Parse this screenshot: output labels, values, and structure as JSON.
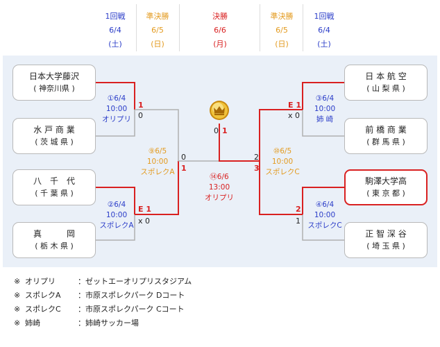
{
  "rounds": [
    {
      "name": "1回戦",
      "date": "6/4",
      "day": "(土)"
    },
    {
      "name": "準決勝",
      "date": "6/5",
      "day": "(日)"
    },
    {
      "name": "決勝",
      "date": "6/6",
      "day": "(月)"
    },
    {
      "name": "準決勝",
      "date": "6/5",
      "day": "(日)"
    },
    {
      "name": "1回戦",
      "date": "6/4",
      "day": "(土)"
    }
  ],
  "teams": [
    {
      "name": "日本大学藤沢",
      "pref": "( 神奈川県 )"
    },
    {
      "name": "水 戸 商 業",
      "pref": "( 茨 城 県 )"
    },
    {
      "name": "八　千　代",
      "pref": "( 千 葉 県 )"
    },
    {
      "name": "真　　　岡",
      "pref": "( 栃 木 県 )"
    },
    {
      "name": "日 本 航 空",
      "pref": "( 山 梨 県 )"
    },
    {
      "name": "前 橋 商 業",
      "pref": "( 群 馬 県 )"
    },
    {
      "name": "駒澤大学高",
      "pref": "( 東 京 都 )"
    },
    {
      "name": "正 智 深 谷",
      "pref": "( 埼 玉 県 )"
    }
  ],
  "matches": [
    {
      "no": "①6/4",
      "time": "10:00",
      "venue": "オリプリ"
    },
    {
      "no": "②6/4",
      "time": "10:00",
      "venue": "スポレクA"
    },
    {
      "no": "③6/4",
      "time": "10:00",
      "venue": "姉 崎"
    },
    {
      "no": "④6/4",
      "time": "10:00",
      "venue": "スポレクC"
    },
    {
      "no": "⑨6/5",
      "time": "10:00",
      "venue": "スポレクA"
    },
    {
      "no": "⑩6/5",
      "time": "10:00",
      "venue": "スポレクC"
    },
    {
      "no": "⑭6/6",
      "time": "13:00",
      "venue": "オリプリ"
    }
  ],
  "scores": {
    "m1_top": "1",
    "m1_bottom": "0",
    "m2_top": "E 1",
    "m2_bottom": "x 0",
    "m3_top": "E 1",
    "m3_bottom": "x 0",
    "m4_top": "2",
    "m4_bottom": "1",
    "sf1_top": "0",
    "sf1_bottom": "1",
    "sf2_top": "2",
    "sf2_bottom": "3",
    "final_left": "0",
    "final_right": "1"
  },
  "legend": [
    {
      "mark": "※",
      "key": "オリプリ",
      "value": "：ゼットエーオリプリスタジアム"
    },
    {
      "mark": "※",
      "key": "スポレクA",
      "value": "：市原スポレクパーク Dコート"
    },
    {
      "mark": "※",
      "key": "スポレクC",
      "value": "：市原スポレクパーク Cコート"
    },
    {
      "mark": "※",
      "key": "姉崎",
      "value": "：姉崎サッカー場"
    }
  ],
  "colors": {
    "win": "#d92020",
    "line": "#b0b0b0",
    "blue": "#2a3cc8",
    "orange": "#e39a1e",
    "background": "#eaf0f8"
  },
  "icons": {
    "champion": "trophy-crown-icon"
  }
}
